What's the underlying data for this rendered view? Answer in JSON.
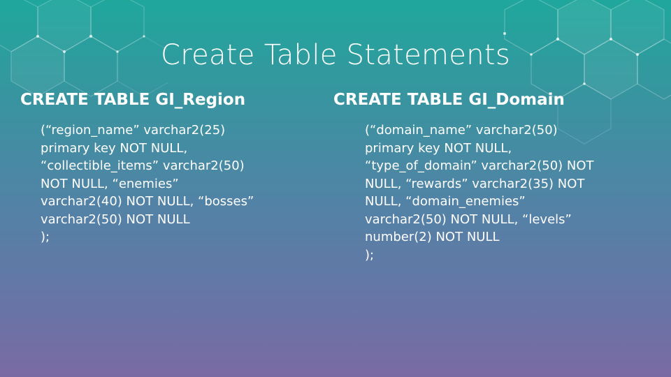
{
  "slide": {
    "title": "Create Table Statements",
    "left": {
      "heading": "CREATE TABLE GI_Region",
      "lines": [
        "(“region_name” varchar2(25)",
        "primary key NOT NULL,",
        "“collectible_items” varchar2(50)",
        "NOT NULL, “enemies”",
        "varchar2(40) NOT NULL, “bosses”",
        "varchar2(50) NOT NULL",
        ");"
      ]
    },
    "right": {
      "heading": "CREATE TABLE GI_Domain",
      "lines": [
        "(“domain_name” varchar2(50)",
        "primary key NOT NULL,",
        "“type_of_domain” varchar2(50) NOT",
        "NULL, “rewards” varchar2(35) NOT",
        "NULL, “domain_enemies”",
        "varchar2(50) NOT NULL, “levels”",
        "number(2) NOT NULL",
        ");"
      ]
    }
  },
  "theme": {
    "gradient_top": "#1fa79c",
    "gradient_bottom": "#7a6aa3",
    "text_color": "#ffffff"
  }
}
